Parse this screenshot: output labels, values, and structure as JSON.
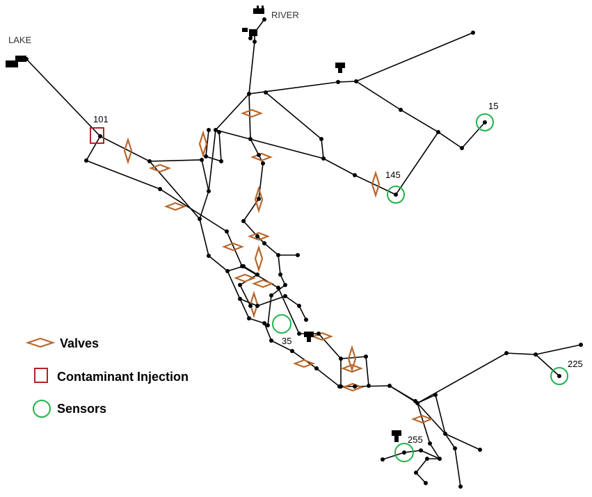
{
  "sources": {
    "lake": "LAKE",
    "river": "RIVER"
  },
  "node_labels": {
    "n101": "101",
    "n15": "15",
    "n145": "145",
    "n35": "35",
    "n225": "225",
    "n255": "255"
  },
  "legend": {
    "valves": "Valves",
    "injection": "Contaminant Injection",
    "sensors": "Sensors"
  },
  "colors": {
    "valve": "#b8662b",
    "sensor": "#22b24c",
    "injection": "#b32020",
    "pipe": "#000000"
  }
}
